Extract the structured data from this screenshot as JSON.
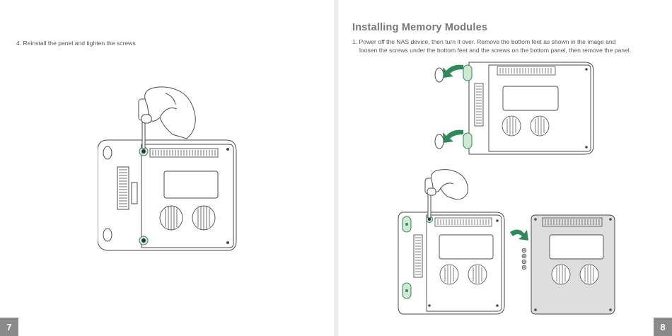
{
  "left_page": {
    "step_text": "4. Reinstall the panel and tighten the screws",
    "page_number": "7"
  },
  "right_page": {
    "heading": "Installing Memory Modules",
    "step_line_1": "1. Power off the NAS device, then turn it over. Remove the bottom feet as shown in the image and",
    "step_line_2": "loosen the screws under the bottom feet and the screws on the bottom panel, then remove the panel.",
    "page_number": "8"
  },
  "colors": {
    "accent_green": "#2e8b57",
    "highlight_green": "#cfe8d4",
    "panel_gray": "#dedede",
    "outline": "#4a4a4a",
    "page_number_bg": "#8a8a8a"
  },
  "icons": [
    "screwdriver-hand-icon",
    "curved-arrow-icon",
    "screw-icon",
    "bottom-foot-icon"
  ]
}
